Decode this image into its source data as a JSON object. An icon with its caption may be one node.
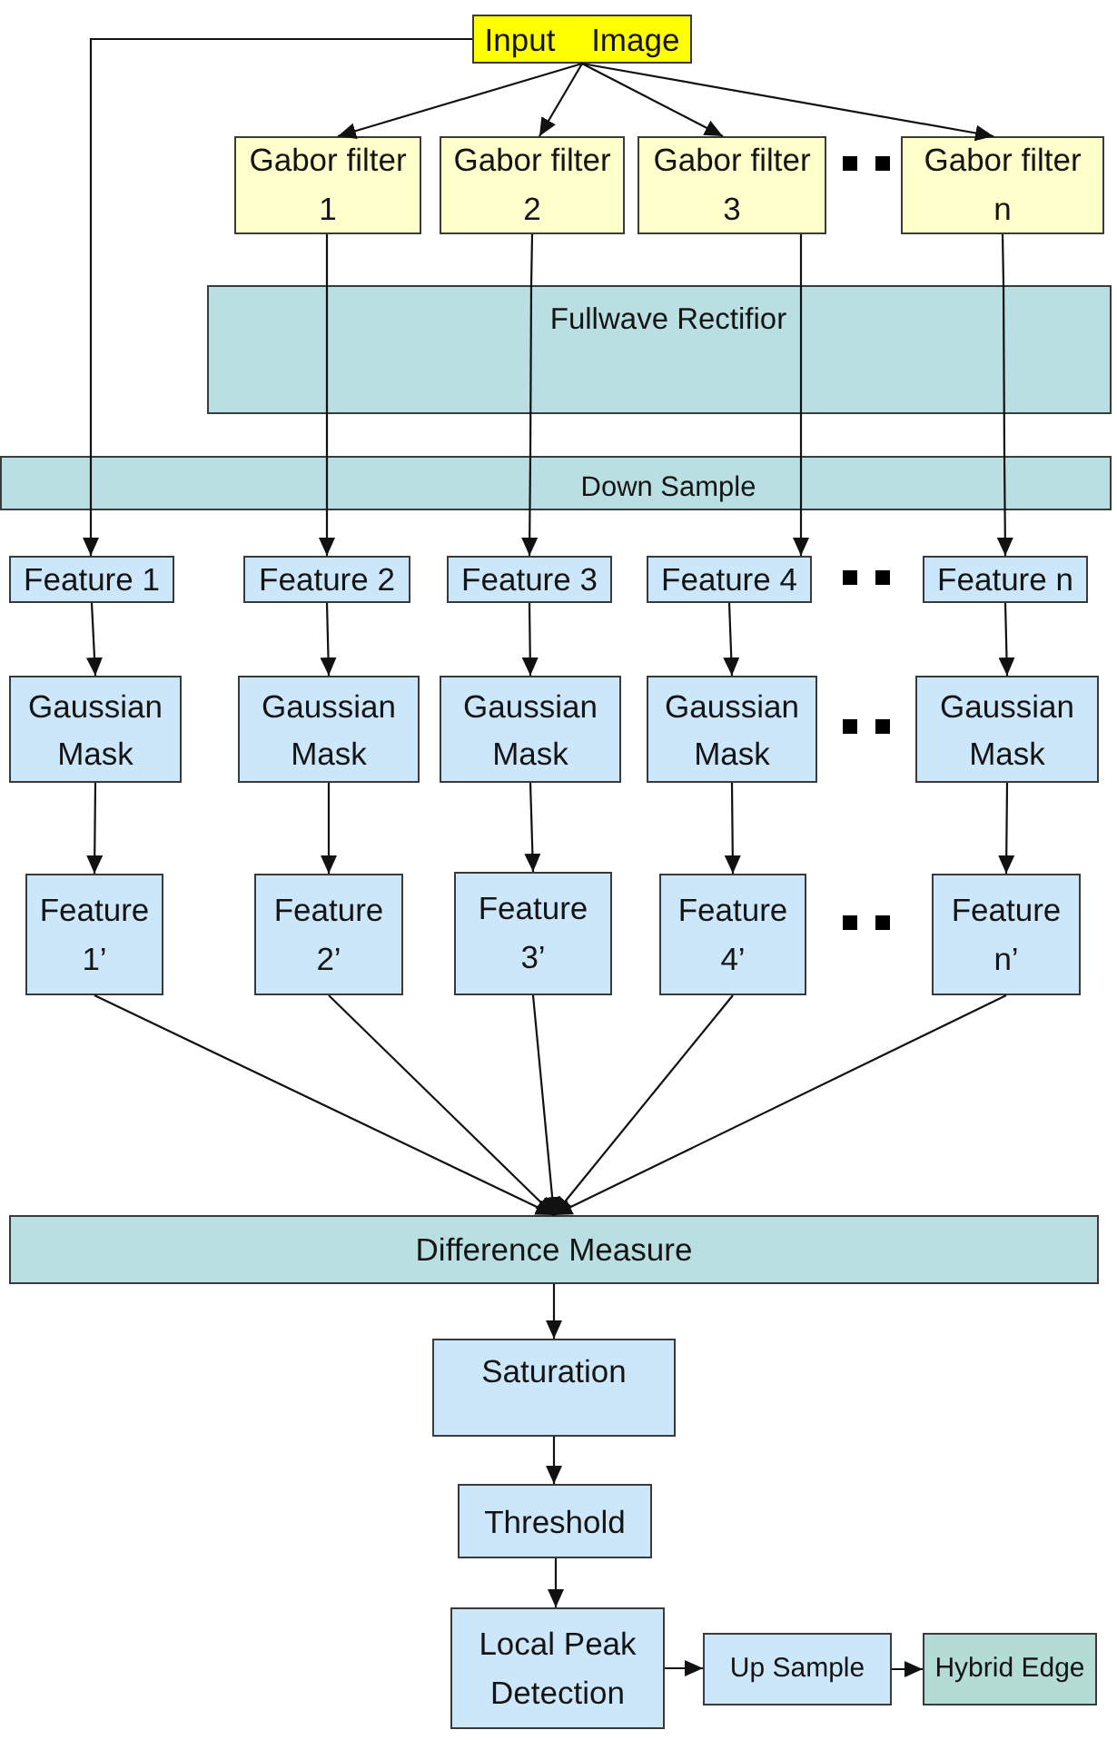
{
  "diagram": {
    "nodes": [
      {
        "text": [
          "Input Image"
        ]
      },
      {
        "text": [
          "Gabor filter 1"
        ]
      },
      {
        "text": [
          "Gabor filter 2"
        ]
      },
      {
        "text": [
          "Gabor filter 3"
        ]
      },
      {
        "text": [
          "Gabor filter n"
        ]
      },
      {
        "text": [
          "Fullwave Rectifior"
        ]
      },
      {
        "text": [
          "Down Sample"
        ]
      },
      {
        "text": [
          "Feature 1"
        ]
      },
      {
        "text": [
          "Feature 2"
        ]
      },
      {
        "text": [
          "Feature 3"
        ]
      },
      {
        "text": [
          "Feature 4"
        ]
      },
      {
        "text": [
          "Feature n"
        ]
      },
      {
        "text": [
          "Gaussian Mask"
        ]
      },
      {
        "text": [
          "Gaussian Mask"
        ]
      },
      {
        "text": [
          "Gaussian Mask"
        ]
      },
      {
        "text": [
          "Gaussian Mask"
        ]
      },
      {
        "text": [
          "Gaussian Mask"
        ]
      },
      {
        "text": [
          "Feature 1’"
        ]
      },
      {
        "text": [
          "Feature 2’"
        ]
      },
      {
        "text": [
          "Feature 3’"
        ]
      },
      {
        "text": [
          "Feature 4’"
        ]
      },
      {
        "text": [
          "Feature n’"
        ]
      },
      {
        "text": [
          "Difference Measure"
        ]
      },
      {
        "text": [
          "Saturation"
        ]
      },
      {
        "text": [
          "Threshold"
        ]
      },
      {
        "text": [
          "Local Peak Detection"
        ]
      },
      {
        "text": [
          "Up Sample"
        ]
      },
      {
        "text": [
          "Hybrid Edge"
        ]
      }
    ],
    "edges": [
      {
        "from": 0,
        "to": 1,
        "arrow": "to"
      },
      {
        "from": 0,
        "to": 2,
        "arrow": "to"
      },
      {
        "from": 0,
        "to": 3,
        "arrow": "to"
      },
      {
        "from": 0,
        "to": 4,
        "arrow": "to"
      },
      {
        "from": 0,
        "to": 6,
        "arrow": "none"
      },
      {
        "from": 1,
        "to": 5,
        "arrow": "none"
      },
      {
        "from": 2,
        "to": 5,
        "arrow": "none"
      },
      {
        "from": 3,
        "to": 5,
        "arrow": "none"
      },
      {
        "from": 4,
        "to": 5,
        "arrow": "none"
      },
      {
        "from": 5,
        "to": 6,
        "arrow": "none"
      },
      {
        "from": 5,
        "to": 6,
        "arrow": "none"
      },
      {
        "from": 5,
        "to": 6,
        "arrow": "none"
      },
      {
        "from": 5,
        "to": 6,
        "arrow": "none"
      },
      {
        "from": 6,
        "to": 7,
        "arrow": "to"
      },
      {
        "from": 6,
        "to": 8,
        "arrow": "to"
      },
      {
        "from": 6,
        "to": 9,
        "arrow": "to"
      },
      {
        "from": 6,
        "to": 10,
        "arrow": "to"
      },
      {
        "from": 6,
        "to": 11,
        "arrow": "to"
      },
      {
        "from": 7,
        "to": 12,
        "arrow": "to"
      },
      {
        "from": 8,
        "to": 13,
        "arrow": "to"
      },
      {
        "from": 9,
        "to": 14,
        "arrow": "to"
      },
      {
        "from": 10,
        "to": 15,
        "arrow": "to"
      },
      {
        "from": 11,
        "to": 16,
        "arrow": "to"
      },
      {
        "from": 12,
        "to": 17,
        "arrow": "to"
      },
      {
        "from": 13,
        "to": 18,
        "arrow": "to"
      },
      {
        "from": 14,
        "to": 19,
        "arrow": "to"
      },
      {
        "from": 15,
        "to": 20,
        "arrow": "to"
      },
      {
        "from": 16,
        "to": 21,
        "arrow": "to"
      },
      {
        "from": 17,
        "to": 22,
        "arrow": "to"
      },
      {
        "from": 18,
        "to": 22,
        "arrow": "to"
      },
      {
        "from": 19,
        "to": 22,
        "arrow": "to"
      },
      {
        "from": 20,
        "to": 22,
        "arrow": "to"
      },
      {
        "from": 21,
        "to": 22,
        "arrow": "to"
      },
      {
        "from": 22,
        "to": 23,
        "arrow": "to"
      },
      {
        "from": 23,
        "to": 24,
        "arrow": "to"
      },
      {
        "from": 24,
        "to": 25,
        "arrow": "to"
      },
      {
        "from": 25,
        "to": 26,
        "arrow": "to"
      },
      {
        "from": 26,
        "to": 27,
        "arrow": "to"
      }
    ]
  }
}
